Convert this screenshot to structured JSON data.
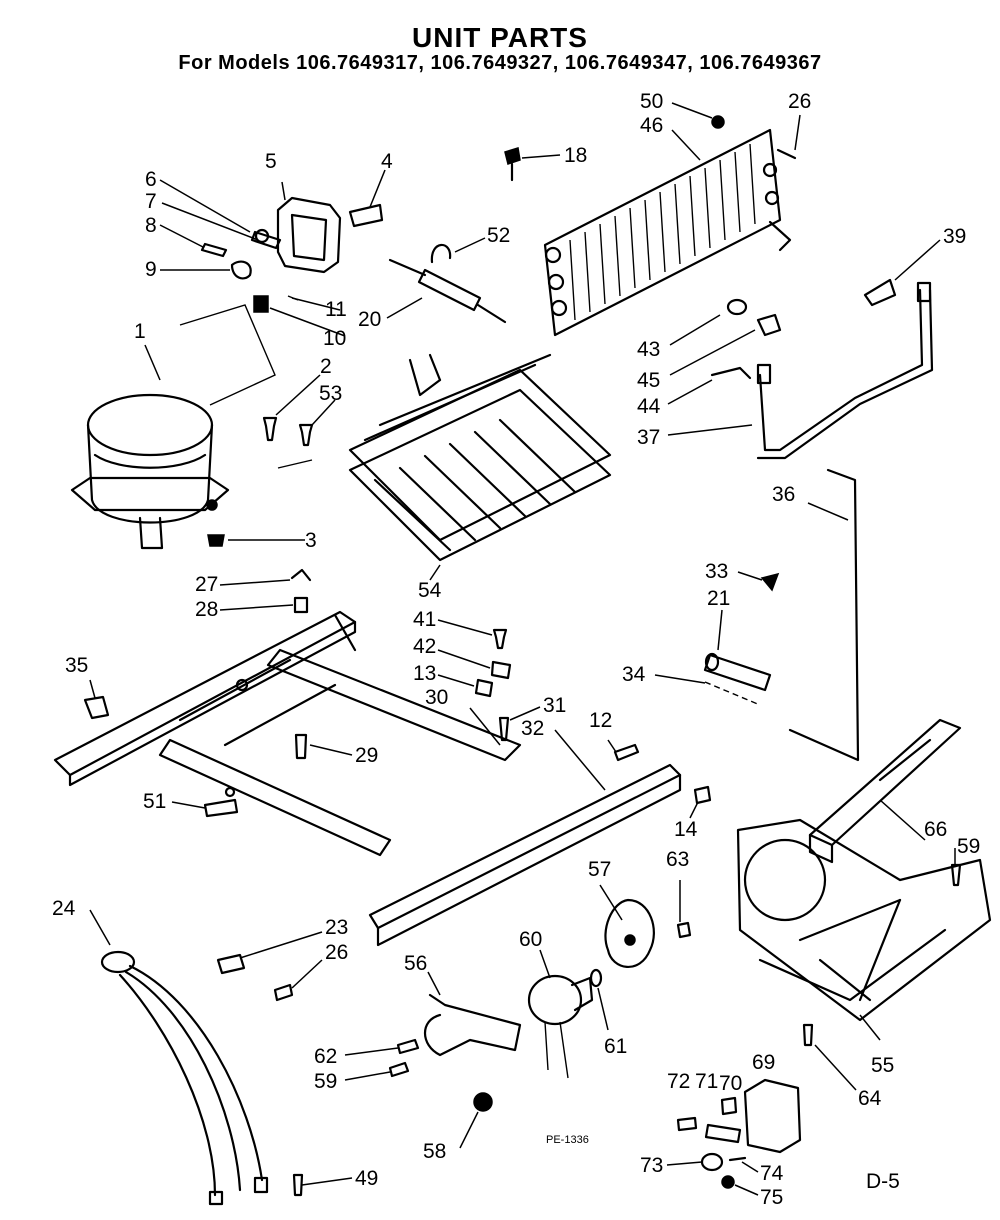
{
  "title": "UNIT PARTS",
  "subtitle": "For Models 106.7649317, 106.7649327, 106.7649347, 106.7649367",
  "page_code": "D-5",
  "drawing_code": "PE-1336",
  "callouts": {
    "c1": "1",
    "c2": "2",
    "c3": "3",
    "c4": "4",
    "c5": "5",
    "c6": "6",
    "c7": "7",
    "c8": "8",
    "c9": "9",
    "c10": "10",
    "c11": "11",
    "c12": "12",
    "c13": "13",
    "c14": "14",
    "c18": "18",
    "c20": "20",
    "c21": "21",
    "c23": "23",
    "c24": "24",
    "c26a": "26",
    "c26b": "26",
    "c27": "27",
    "c28": "28",
    "c29": "29",
    "c30": "30",
    "c31": "31",
    "c32": "32",
    "c33": "33",
    "c34": "34",
    "c35": "35",
    "c36": "36",
    "c37": "37",
    "c39": "39",
    "c41": "41",
    "c42": "42",
    "c43": "43",
    "c44": "44",
    "c45": "45",
    "c46": "46",
    "c49": "49",
    "c50": "50",
    "c51": "51",
    "c52": "52",
    "c53": "53",
    "c54": "54",
    "c55": "55",
    "c56": "56",
    "c57": "57",
    "c58": "58",
    "c59a": "59",
    "c59b": "59",
    "c60": "60",
    "c61": "61",
    "c62": "62",
    "c63": "63",
    "c64": "64",
    "c66": "66",
    "c69": "69",
    "c70": "70",
    "c71": "71",
    "c72": "72",
    "c73": "73",
    "c74": "74",
    "c75": "75"
  }
}
